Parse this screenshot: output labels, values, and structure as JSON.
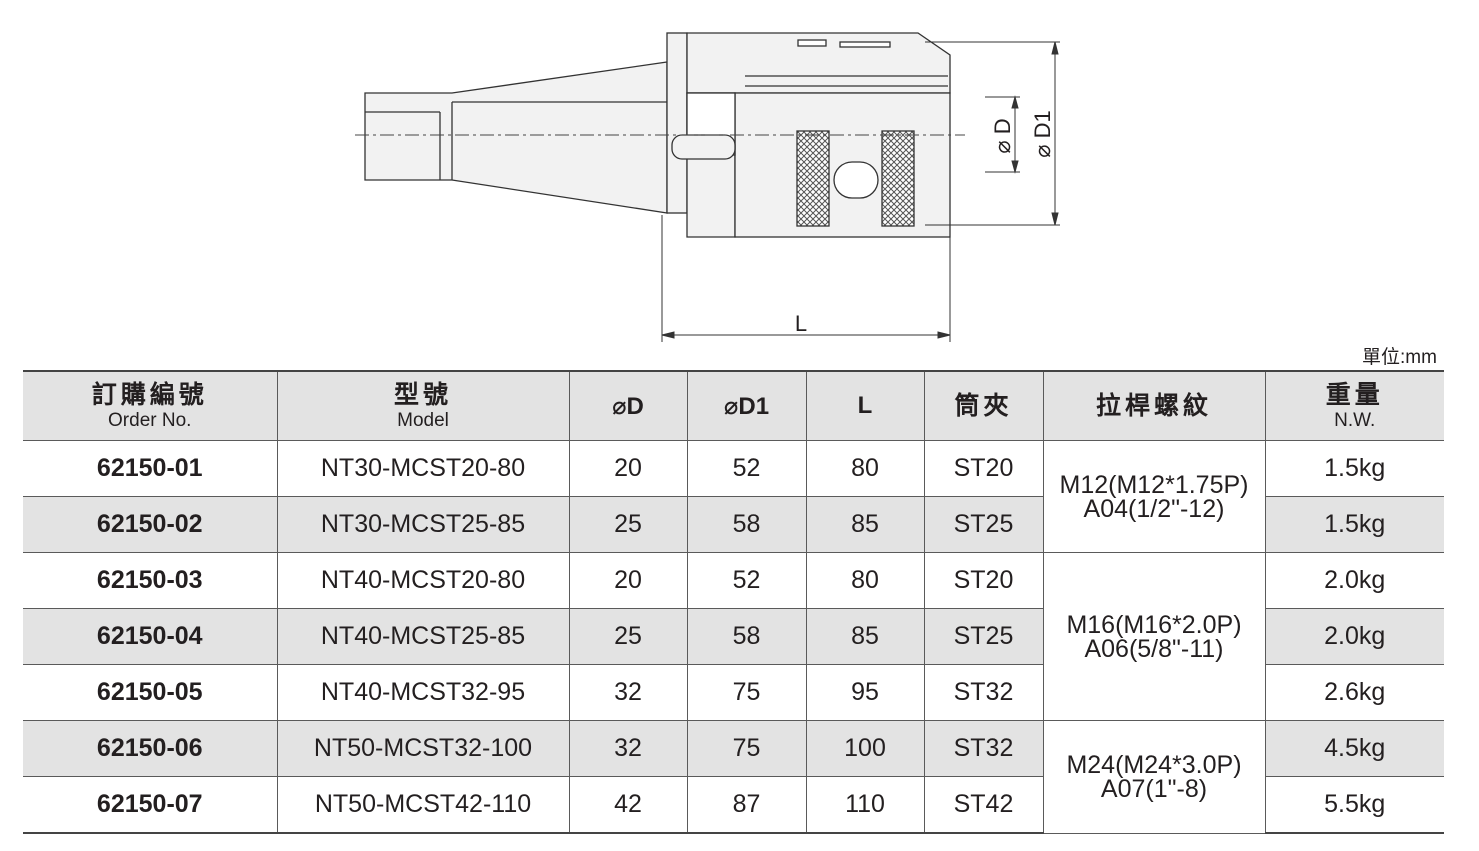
{
  "drawing": {
    "dim_L": "L",
    "dim_D": "⌀ D",
    "dim_D1": "⌀ D1"
  },
  "unit_label": "單位:mm",
  "headers": {
    "order_zh": "訂購編號",
    "order_en": "Order No.",
    "model_zh": "型號",
    "model_en": "Model",
    "d": "⌀D",
    "d1": "⌀D1",
    "l": "L",
    "collet": "筒夾",
    "thread": "拉桿螺紋",
    "weight_zh": "重量",
    "weight_en": "N.W."
  },
  "rows": [
    {
      "order": "62150-01",
      "model": "NT30-MCST20-80",
      "d": "20",
      "d1": "52",
      "l": "80",
      "collet": "ST20",
      "weight": "1.5kg"
    },
    {
      "order": "62150-02",
      "model": "NT30-MCST25-85",
      "d": "25",
      "d1": "58",
      "l": "85",
      "collet": "ST25",
      "weight": "1.5kg"
    },
    {
      "order": "62150-03",
      "model": "NT40-MCST20-80",
      "d": "20",
      "d1": "52",
      "l": "80",
      "collet": "ST20",
      "weight": "2.0kg"
    },
    {
      "order": "62150-04",
      "model": "NT40-MCST25-85",
      "d": "25",
      "d1": "58",
      "l": "85",
      "collet": "ST25",
      "weight": "2.0kg"
    },
    {
      "order": "62150-05",
      "model": "NT40-MCST32-95",
      "d": "32",
      "d1": "75",
      "l": "95",
      "collet": "ST32",
      "weight": "2.6kg"
    },
    {
      "order": "62150-06",
      "model": "NT50-MCST32-100",
      "d": "32",
      "d1": "75",
      "l": "100",
      "collet": "ST32",
      "weight": "4.5kg"
    },
    {
      "order": "62150-07",
      "model": "NT50-MCST42-110",
      "d": "42",
      "d1": "87",
      "l": "110",
      "collet": "ST42",
      "weight": "5.5kg"
    }
  ],
  "threads": [
    {
      "line1": "M12(M12*1.75P)",
      "line2": "A04(1/2\"-12)"
    },
    {
      "line1": "M16(M16*2.0P)",
      "line2": "A06(5/8\"-11)"
    },
    {
      "line1": "M24(M24*3.0P)",
      "line2": "A07(1\"-8)"
    }
  ]
}
